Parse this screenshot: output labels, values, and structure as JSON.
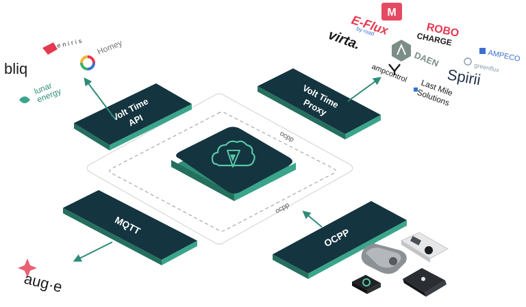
{
  "colors": {
    "box_top": "#14343f",
    "box_side": "#2f8f79",
    "arrow": "#2e8b78",
    "accent": "#58c7a6",
    "dash": "#9aa0a6",
    "outer_ring": "#d4d7da",
    "red": "#e53950",
    "blue": "#3b6fd1"
  },
  "center": {
    "icon": "cloud-lightning-icon"
  },
  "labels": {
    "ocpp_top": "ocpp",
    "ocpp_bottom": "ocpp"
  },
  "boxes": {
    "api": {
      "line1": "Volt Time",
      "line2": "API"
    },
    "proxy": {
      "line1": "Volt Time",
      "line2": "Proxy"
    },
    "mqtt": {
      "line1": "MQTT"
    },
    "ocpp": {
      "line1": "OCPP"
    }
  },
  "logos": {
    "bliq": "bliq",
    "eniris": "eniris",
    "homey": "Homey",
    "lunar_line1": "lunar",
    "lunar_line2": "energy",
    "eflux": "E-Flux",
    "eflux_sub": "by road",
    "robo_line1": "ROBO",
    "robo_line2": "CHARGE",
    "m_badge": "M",
    "virta": "virta.",
    "daen": "DAEN",
    "ampeco": "AMPECO",
    "greenflux": "greenflux",
    "ampcontrol": "ampcontrol",
    "spirii": "Spirii",
    "lastmile_line1": "Last Mile",
    "lastmile_line2": "Solutions",
    "auge": "aug·e"
  }
}
